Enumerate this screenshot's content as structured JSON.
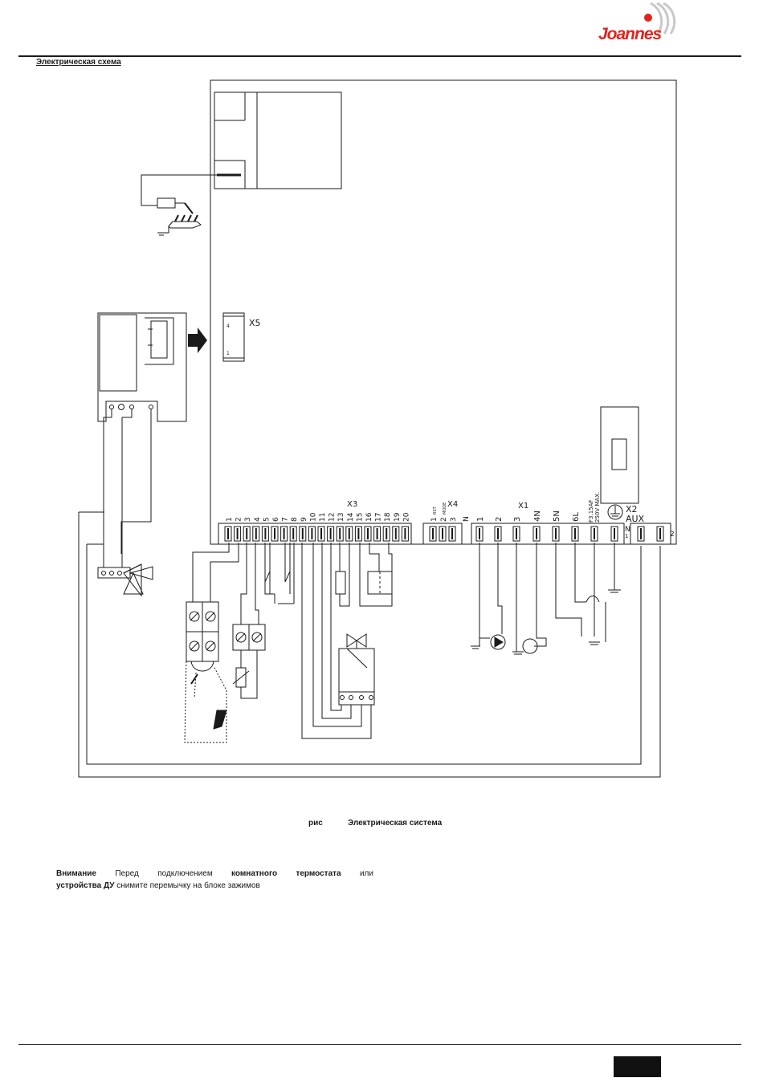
{
  "brand": {
    "name": "Joannes",
    "logo_text": "Joannes",
    "color": "#e3231b"
  },
  "header": {
    "section_title": "Электрическая схема"
  },
  "diagram": {
    "connectors": {
      "x5": {
        "label": "X5",
        "pin_top": "4",
        "pin_bottom": "1"
      },
      "x3": {
        "label": "X3",
        "pins": [
          "1",
          "2",
          "3",
          "4",
          "5",
          "6",
          "7",
          "8",
          "9",
          "10",
          "11",
          "12",
          "13",
          "14",
          "15",
          "16",
          "17",
          "18",
          "19",
          "20"
        ]
      },
      "x4": {
        "label": "X4",
        "pins": [
          "1",
          "2",
          "3"
        ],
        "pin_notes": [
          "RST",
          "MODE"
        ],
        "extra": "N"
      },
      "x1": {
        "label": "X1",
        "pins": [
          "1",
          "2",
          "3",
          "4N",
          "5N",
          "6L"
        ]
      },
      "x2": {
        "label": "X2",
        "sub": "AUX",
        "pin_n": "N",
        "pin_1": "1",
        "pin_2": "2"
      },
      "fuse": {
        "line1": "F3.15AF",
        "line2": "250V MAX."
      }
    }
  },
  "figure": {
    "label": "рис",
    "title": "Электрическая система"
  },
  "warning": {
    "line1": [
      "Внимание",
      "Перед",
      "подключением",
      "комнатного",
      "термостата",
      "или"
    ],
    "line2_bold": "устройства ДУ",
    "line2_rest": " снимите перемычку на блоке зажимов"
  },
  "colors": {
    "line": "#1a1a1a",
    "accent": "#e3231b",
    "logo_grey": "#c9c9c9"
  }
}
